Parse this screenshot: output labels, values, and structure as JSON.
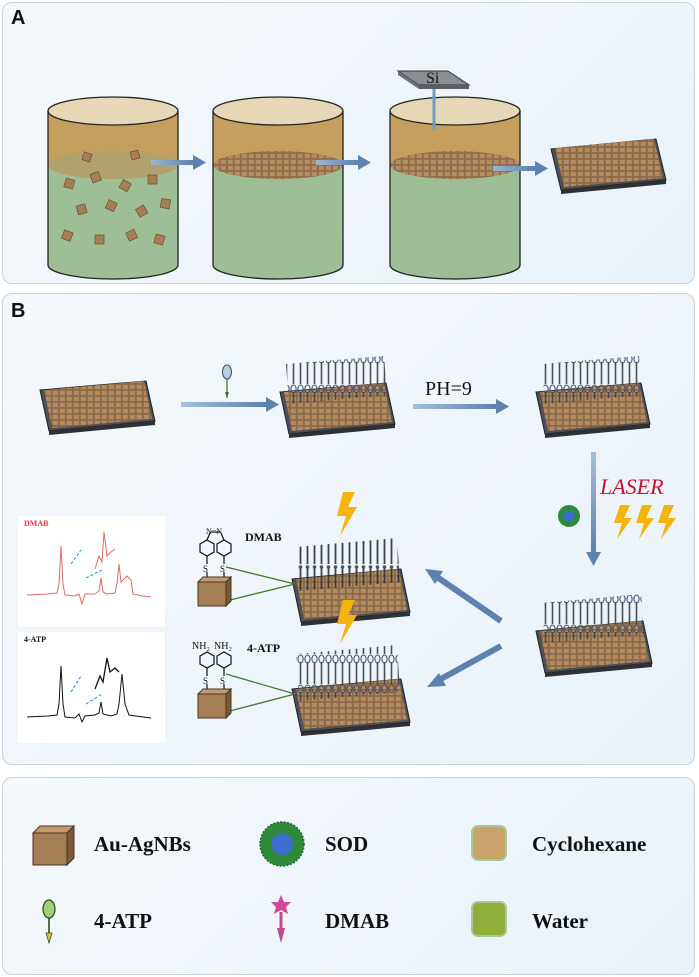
{
  "panel_a": {
    "label": "A",
    "si_label": "Si"
  },
  "panel_b": {
    "label": "B",
    "ph_label": "PH=9",
    "laser_label": "LASER",
    "dmab_label": "DMAB",
    "atp_label": "4-ATP",
    "spectrum_top_label": "DMAB",
    "spectrum_bottom_label": "4-ATP",
    "amine_label_1": "NH₂",
    "amine_label_2": "NH₂",
    "sulfur_label": "S"
  },
  "legend": {
    "items": [
      {
        "label": "Au-AgNBs",
        "icon": "cube-icon"
      },
      {
        "label": "SOD",
        "icon": "sod-icon"
      },
      {
        "label": "Cyclohexane",
        "icon": "cyclohexane-square-icon"
      },
      {
        "label": "4-ATP",
        "icon": "atp-probe-icon"
      },
      {
        "label": "DMAB",
        "icon": "dmab-probe-icon"
      },
      {
        "label": "Water",
        "icon": "water-square-icon"
      }
    ]
  },
  "colors": {
    "cyclohexane": "#c9a26a",
    "water": "#8fae4e",
    "cube": "#a57e56",
    "sod_outer": "#2f8a3a",
    "sod_inner": "#3a6fd0",
    "arrow": "#6b8fb5",
    "laser": "#c8102e",
    "bolt": "#f5b40c"
  }
}
